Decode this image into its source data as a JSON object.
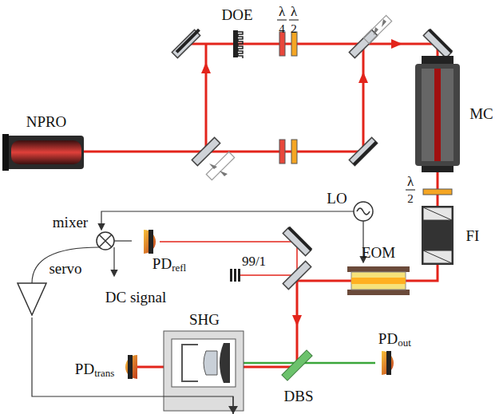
{
  "diagram": {
    "labels": [
      "NPRO",
      "DOE",
      "λ",
      "4",
      "λ",
      "2",
      "MC",
      "λ",
      "2",
      "FI",
      "LO",
      "mixer",
      "PD",
      "refl",
      "99/1",
      "DC signal",
      "servo",
      "EOM",
      "SHG",
      "PD",
      "trans",
      "DBS",
      "PD",
      "out"
    ]
  }
}
